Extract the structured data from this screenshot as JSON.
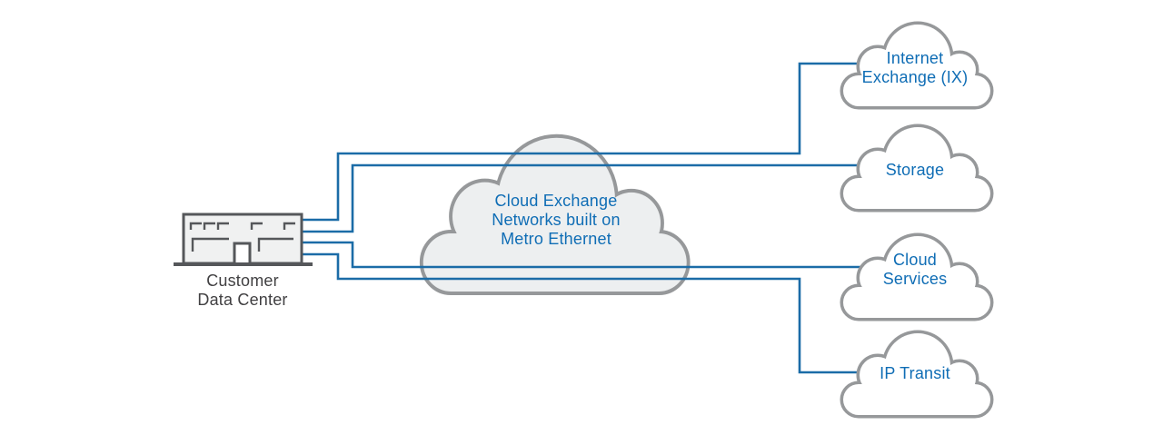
{
  "colors": {
    "line_blue": "#1b6ca7",
    "label_blue": "#0f6db5",
    "cloud_border": "#96989a",
    "central_cloud_fill": "#edeff0",
    "right_cloud_fill": "#ffffff",
    "building_stroke": "#55575a",
    "building_fill": "#f0f1f1",
    "dark_text": "#414042",
    "background": "#ffffff"
  },
  "nodes": {
    "customer_dc": {
      "label": "Customer\nData Center",
      "shape": "building"
    },
    "central_cloud": {
      "label": "Cloud Exchange\nNetworks built on\nMetro Ethernet",
      "shape": "cloud"
    },
    "internet_exchange": {
      "label": "Internet\nExchange (IX)",
      "shape": "cloud"
    },
    "storage": {
      "label": "Storage",
      "shape": "cloud"
    },
    "cloud_services": {
      "label": "Cloud\nServices",
      "shape": "cloud"
    },
    "ip_transit": {
      "label": "IP Transit",
      "shape": "cloud"
    }
  },
  "connections": [
    {
      "from": "customer_dc",
      "to": "internet_exchange",
      "via": "central_cloud"
    },
    {
      "from": "customer_dc",
      "to": "storage",
      "via": "central_cloud"
    },
    {
      "from": "customer_dc",
      "to": "cloud_services",
      "via": "central_cloud"
    },
    {
      "from": "customer_dc",
      "to": "ip_transit",
      "via": "central_cloud"
    }
  ]
}
